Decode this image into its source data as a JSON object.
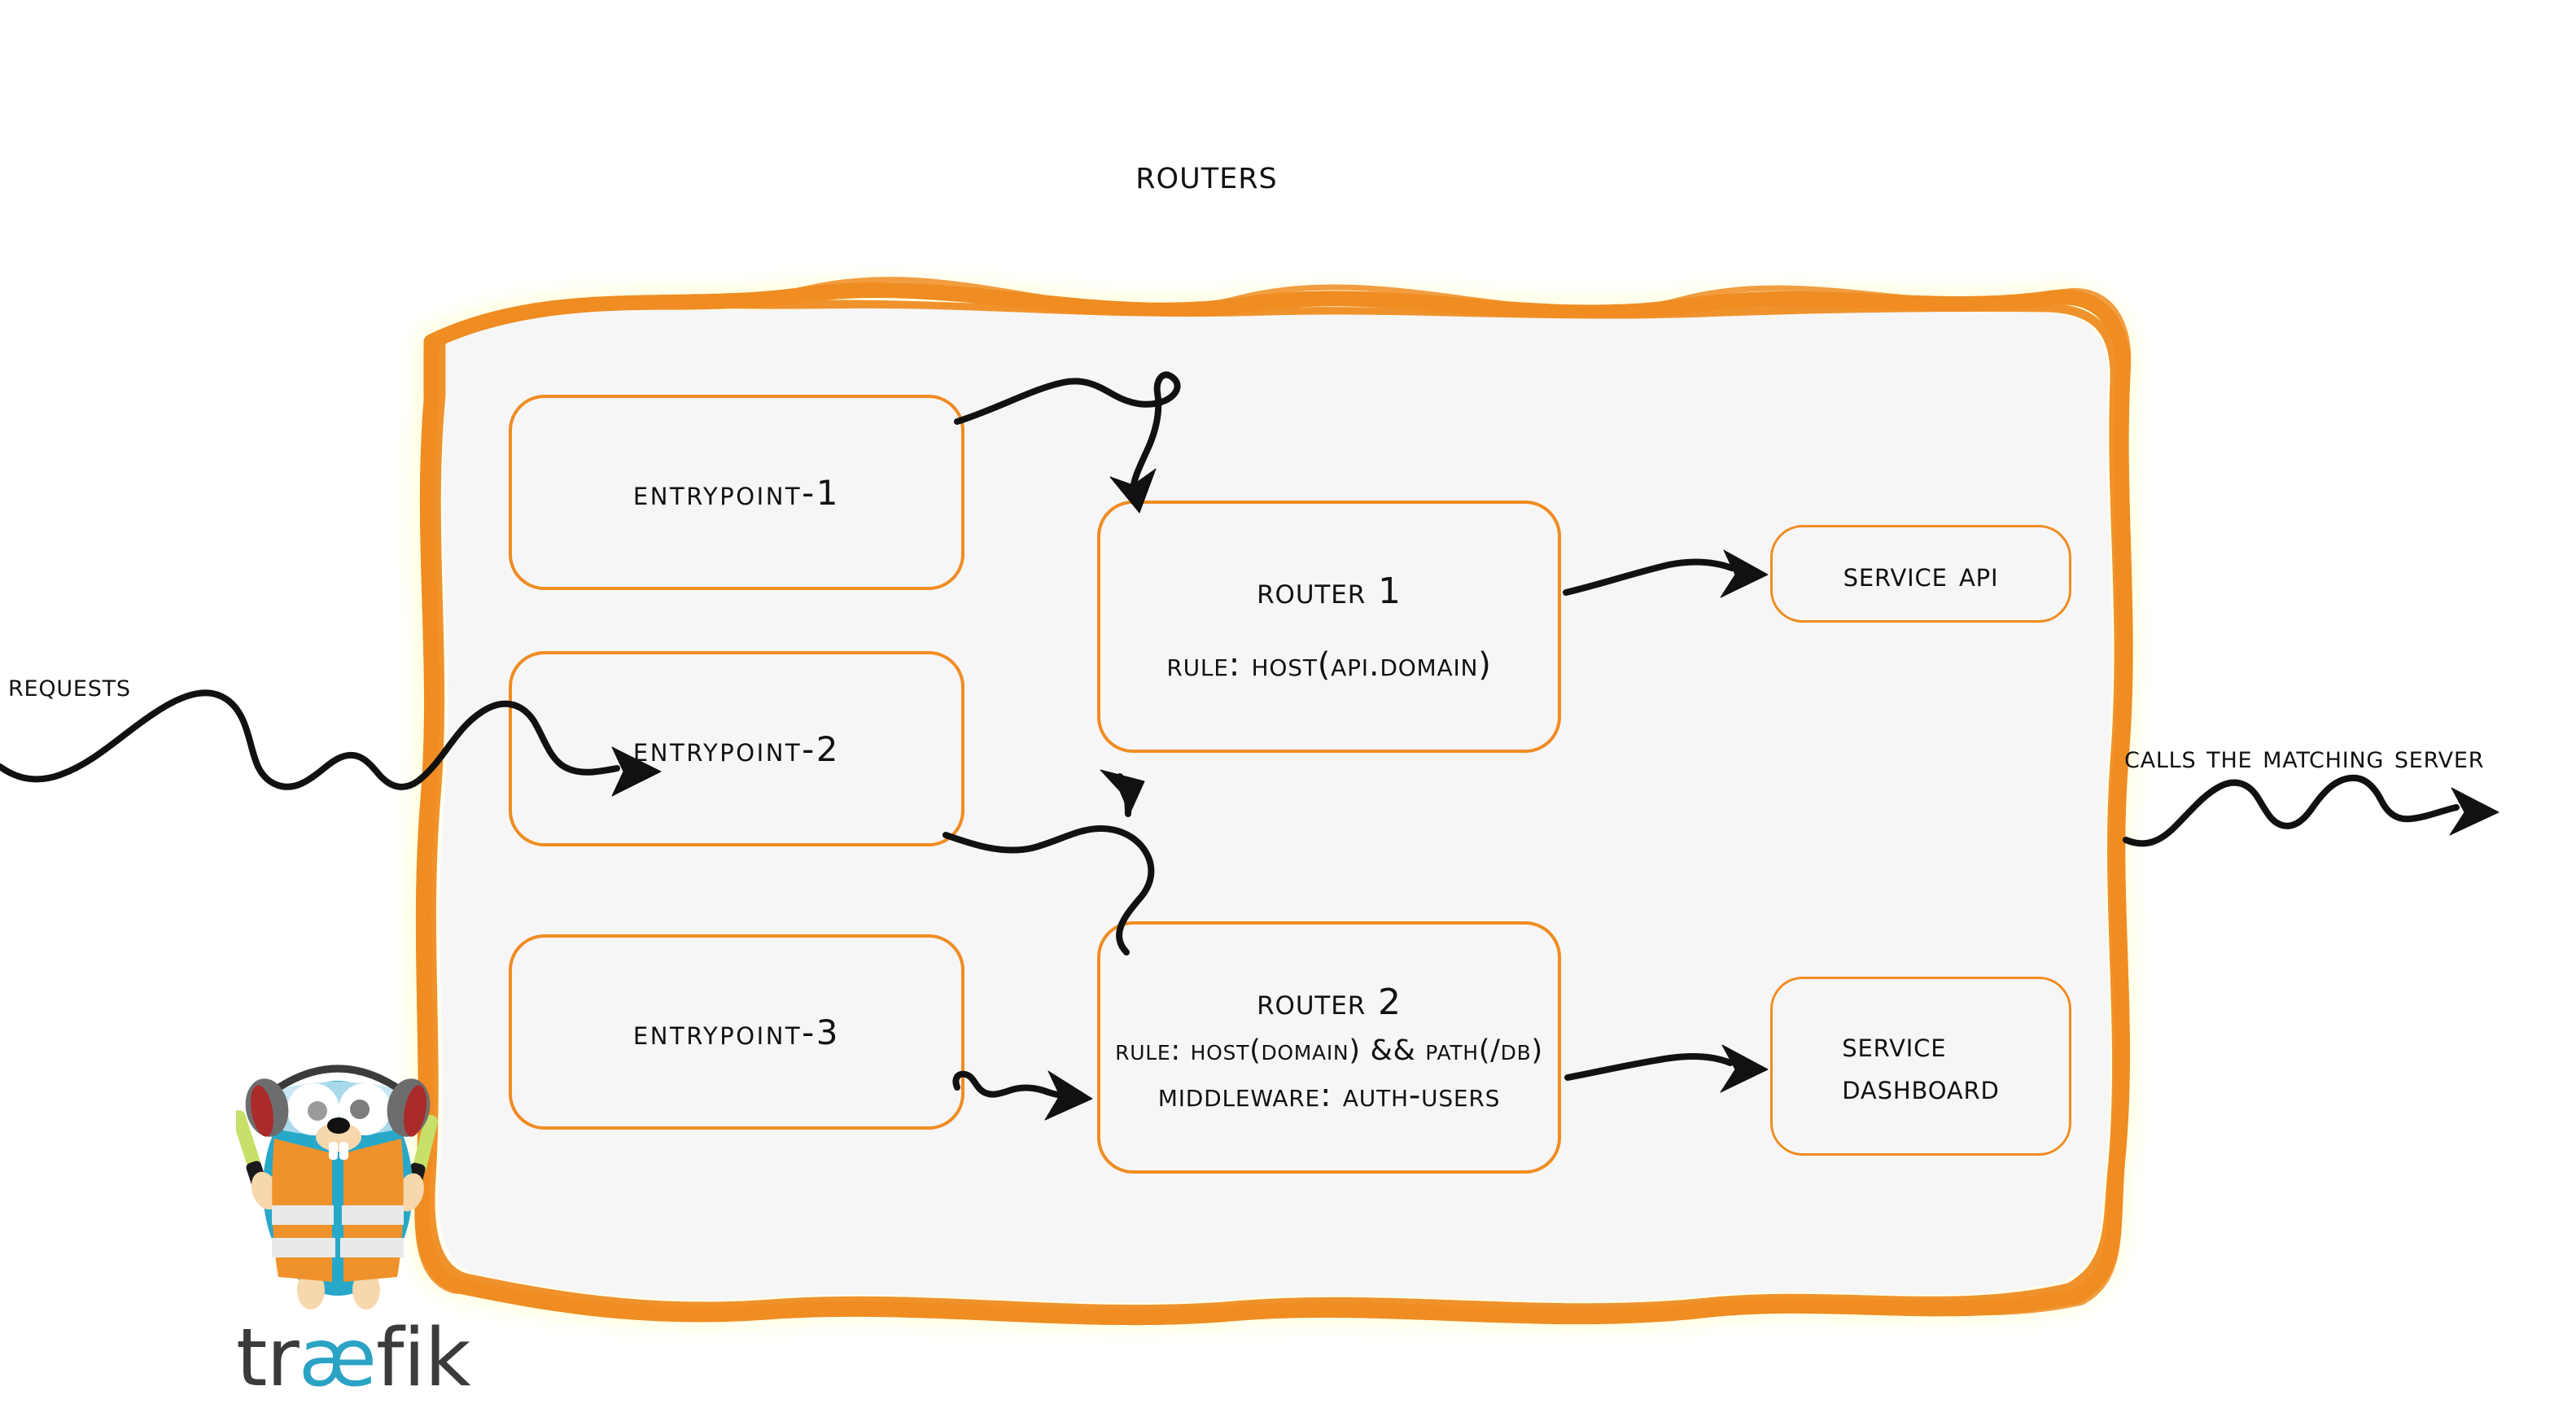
{
  "diagram": {
    "title": "Routers",
    "theme": {
      "accent_orange": "#ef8c22",
      "panel_fill": "#f6f6f6",
      "ink": "#111111",
      "logo_blue": "#2aa3c4",
      "logo_dark": "#3b3b3b",
      "vest_orange": "#f0922b",
      "glow_green": "#c6e06a"
    }
  },
  "inbound": {
    "label": "Requests",
    "arrow": "wavy-arrow-right"
  },
  "outbound": {
    "label": "Calls the matching server",
    "arrow": "wavy-arrow-right"
  },
  "entrypoints": [
    {
      "label": "entrypoint-1"
    },
    {
      "label": "entrypoint-2"
    },
    {
      "label": "entrypoint-3"
    }
  ],
  "routers": [
    {
      "title": "Router 1",
      "rule": "rule: Host(api.domain)",
      "middleware": null
    },
    {
      "title": "Router 2",
      "rule": "rule: Host(domain) && Path(/db)",
      "middleware": "Middleware: auth-users"
    }
  ],
  "services": [
    {
      "label": "Service API",
      "line1": "Service API",
      "line2": ""
    },
    {
      "label": "Service Dashboard",
      "line1": "Service",
      "line2": "Dashboard"
    }
  ],
  "connections": [
    {
      "from": "entrypoint-1",
      "to": "Router 1"
    },
    {
      "from": "entrypoint-2",
      "to": "Router 1"
    },
    {
      "from": "entrypoint-3",
      "to": "Router 2"
    },
    {
      "from": "Router 1",
      "to": "Service API"
    },
    {
      "from": "Router 2",
      "to": "Service Dashboard"
    }
  ],
  "logo": {
    "wordmark_prefix": "tr",
    "wordmark_ae": "æ",
    "wordmark_suffix": "fik",
    "mascot": "traefik-gopher"
  }
}
